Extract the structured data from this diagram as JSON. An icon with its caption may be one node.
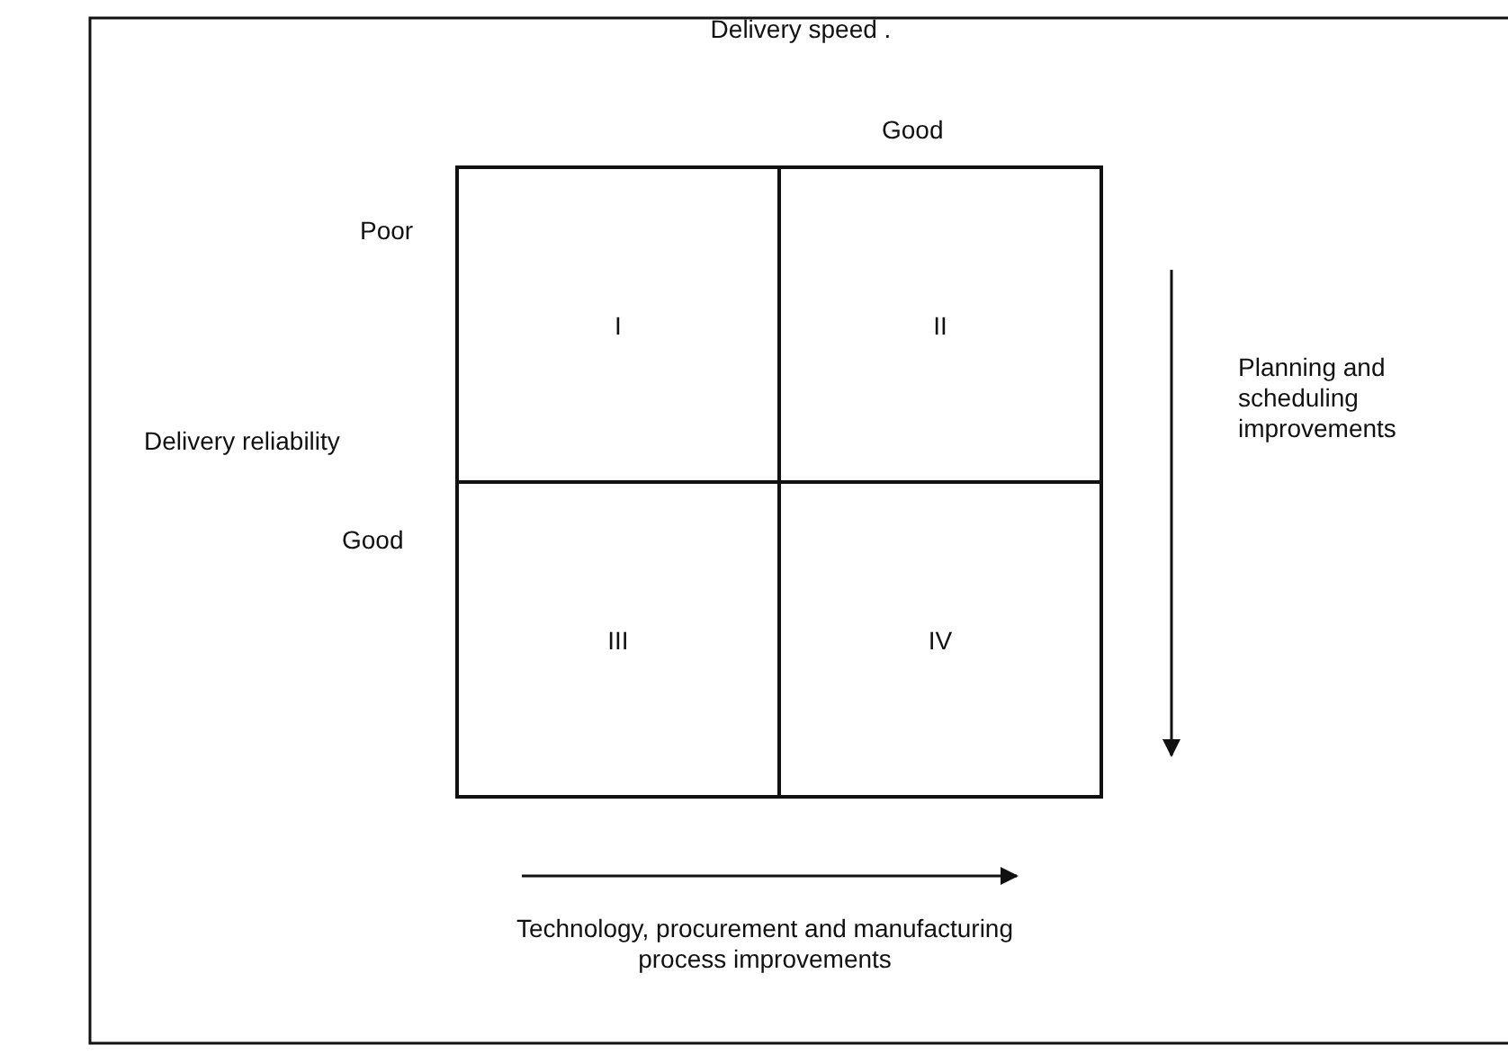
{
  "diagram": {
    "nodes": [
      {
        "text": [
          "I"
        ]
      },
      {
        "text": [
          "II"
        ]
      },
      {
        "text": [
          "III"
        ]
      },
      {
        "text": [
          "IV"
        ]
      }
    ],
    "labels": [
      "Delivery speed .",
      "Good",
      "Poor",
      "Delivery reliability",
      "Good",
      "Planning and scheduling improvements",
      "Technology, procurement and manufacturing process improvements"
    ]
  }
}
